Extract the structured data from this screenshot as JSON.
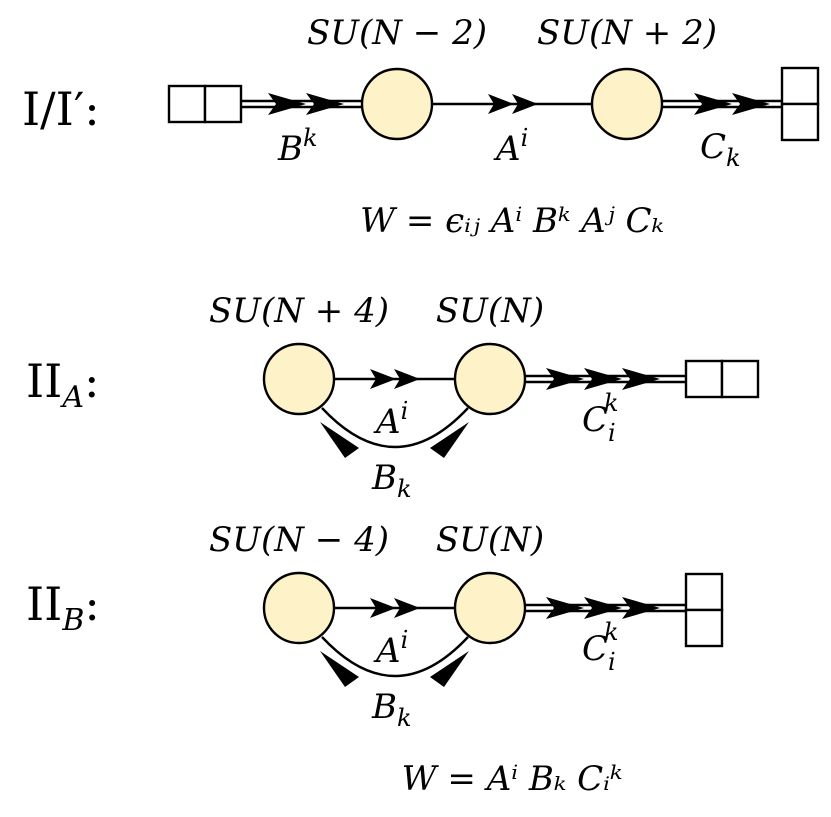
{
  "quivers": [
    {
      "label": "I/I′:",
      "gauge_left": "SU(N − 2)",
      "gauge_right": "SU(N + 2)",
      "fields": {
        "B": "B",
        "B_sup": "k",
        "A": "A",
        "A_sup": "i",
        "C": "C",
        "C_sub": "k"
      },
      "superpotential": "W = ϵᵢⱼ Aⁱ Bᵏ Aʲ Cₖ"
    },
    {
      "label_main": "II",
      "label_sub": "A",
      "label_colon": ":",
      "gauge_left": "SU(N + 4)",
      "gauge_right": "SU(N)",
      "fields": {
        "A": "A",
        "A_sup": "i",
        "B": "B",
        "B_sub": "k",
        "C": "C",
        "C_sub": "i",
        "C_sup": "k"
      }
    },
    {
      "label_main": "II",
      "label_sub": "B",
      "label_colon": ":",
      "gauge_left": "SU(N − 4)",
      "gauge_right": "SU(N)",
      "fields": {
        "A": "A",
        "A_sup": "i",
        "B": "B",
        "B_sub": "k",
        "C": "C",
        "C_sub": "i",
        "C_sup": "k"
      },
      "superpotential": "W = Aⁱ Bₖ Cᵢᵏ"
    }
  ]
}
